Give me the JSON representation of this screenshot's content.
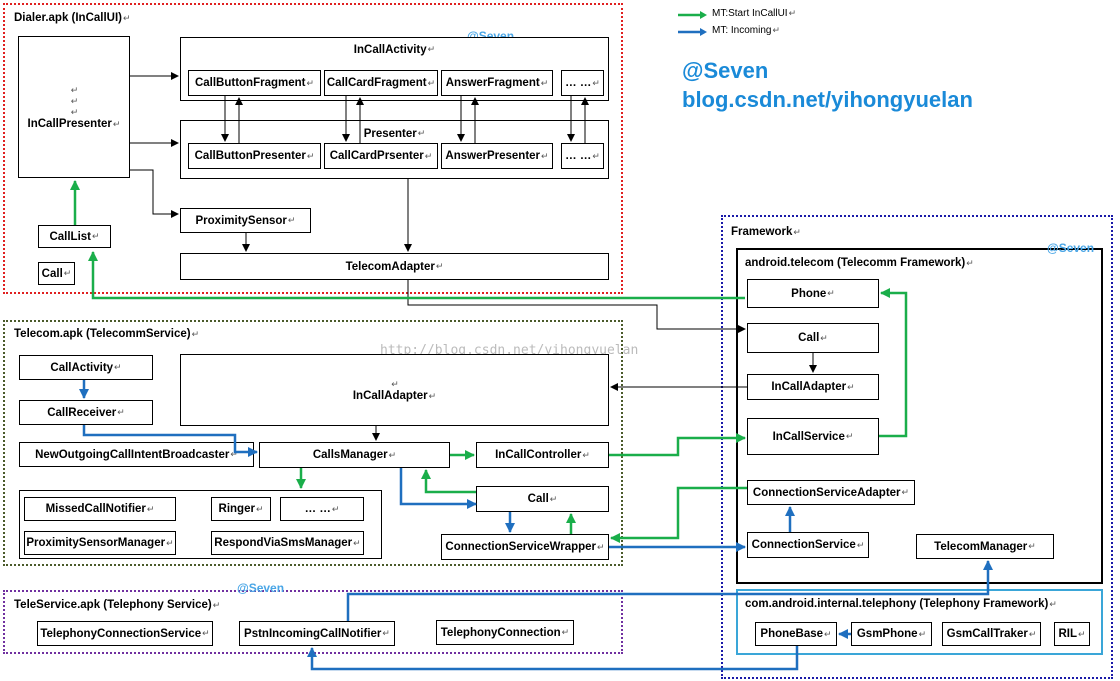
{
  "legend": {
    "green": "MT:Start InCallUI",
    "blue": "MT: Incoming"
  },
  "watermark": {
    "handle": "@Seven",
    "blog": "blog.csdn.net/yihongyuelan",
    "url": "http://blog.csdn.net/yihongyuelan"
  },
  "colors": {
    "green": "#1aae4a",
    "blue": "#1f6fbf",
    "dialer_border": "#e02020",
    "telecom_border": "#4a5a2a",
    "teleservice_border": "#7030a0",
    "framework_border": "#1a1aa8",
    "telephony_border": "#3aa6d8",
    "accent_text": "#1a8ad8"
  },
  "dialer": {
    "title": "Dialer.apk (InCallUI)",
    "presenter": "InCallPresenter",
    "incall_activity": "InCallActivity",
    "fragments": [
      "CallButtonFragment",
      "CallCardFragment",
      "AnswerFragment",
      "… …"
    ],
    "presenter_group": "Presenter",
    "presenters": [
      "CallButtonPresenter",
      "CallCardPrsenter",
      "AnswerPresenter",
      "… …"
    ],
    "proximity": "ProximitySensor",
    "call_list": "CallList",
    "call": "Call",
    "telecom_adapter": "TelecomAdapter"
  },
  "telecom": {
    "title": "Telecom.apk (TelecommService)",
    "call_activity": "CallActivity",
    "call_receiver": "CallReceiver",
    "nocib": "NewOutgoingCallIntentBroadcaster",
    "incall_adapter": "InCallAdapter",
    "calls_manager": "CallsManager",
    "incall_controller": "InCallController",
    "call": "Call",
    "csw": "ConnectionServiceWrapper",
    "missed": "MissedCallNotifier",
    "ringer": "Ringer",
    "dots": "… …",
    "psm": "ProximitySensorManager",
    "rvsm": "RespondViaSmsManager"
  },
  "teleservice": {
    "title": "TeleService.apk (Telephony Service)",
    "tcs": "TelephonyConnectionService",
    "picn": "PstnIncomingCallNotifier",
    "tc": "TelephonyConnection"
  },
  "framework": {
    "title": "Framework",
    "telecom_title": "android.telecom (Telecomm Framework)",
    "phone": "Phone",
    "call": "Call",
    "incall_adapter": "InCallAdapter",
    "incall_service": "InCallService",
    "csa": "ConnectionServiceAdapter",
    "cs": "ConnectionService",
    "tm": "TelecomManager",
    "telephony_title": "com.android.internal.telephony (Telephony Framework)",
    "phone_base": "PhoneBase",
    "gsm_phone": "GsmPhone",
    "gsm_ct": "GsmCallTraker",
    "ril": "RIL"
  }
}
